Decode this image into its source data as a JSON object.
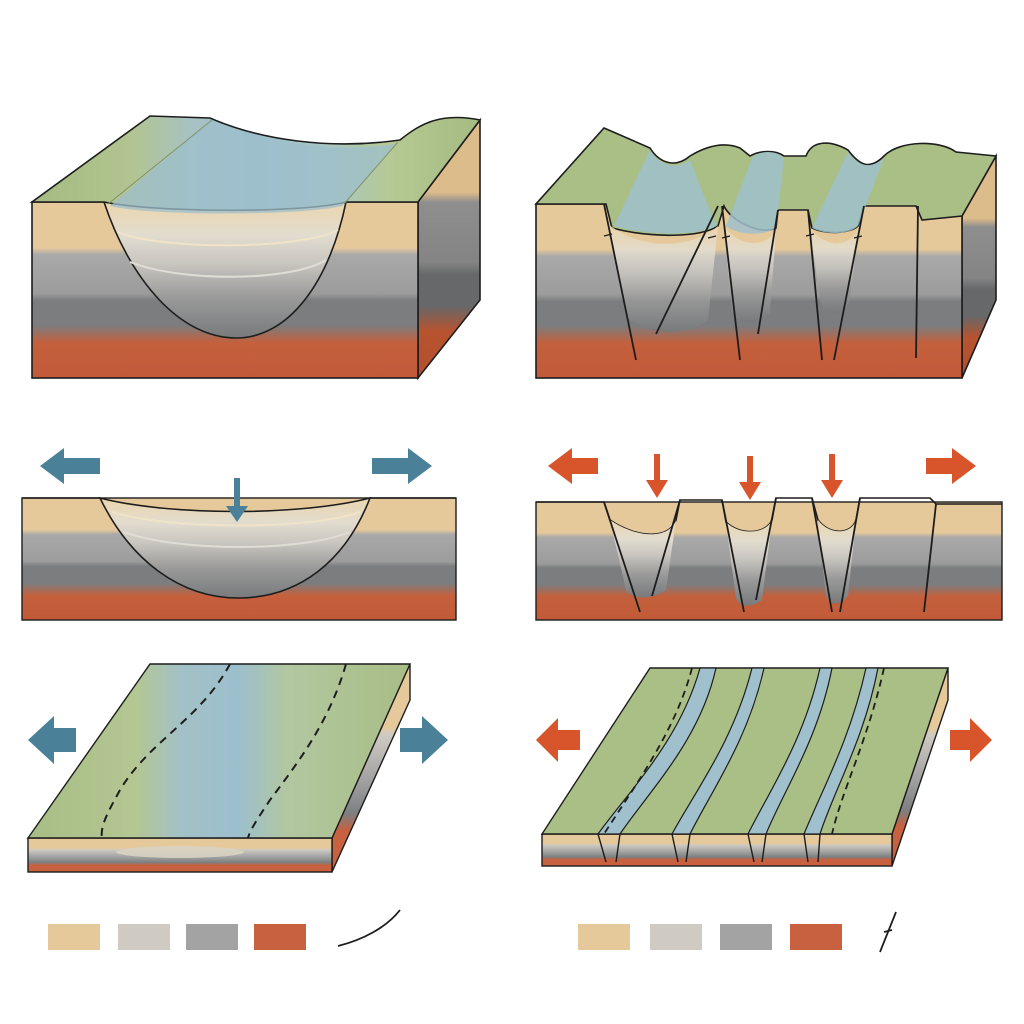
{
  "colors": {
    "background": "#ffffff",
    "surface_green": "#a9bf86",
    "surface_green_dark": "#93ab72",
    "water_blue": "#9fc0cc",
    "layer_sand": "#e6c99a",
    "layer_light_gray": "#cfcbc3",
    "layer_gray": "#a3a3a3",
    "layer_dark_gray": "#7d7f80",
    "layer_red": "#c7613f",
    "arrow_blue": "#4a8198",
    "arrow_red": "#d8552b",
    "line": "#1d1d1d"
  },
  "panels": {
    "left": {
      "name": "broad-basin",
      "arrow_color": "arrow_blue"
    },
    "right": {
      "name": "narrow-rifts",
      "arrow_color": "arrow_red"
    }
  },
  "legend": {
    "left": {
      "swatches": [
        "layer_sand",
        "layer_light_gray",
        "layer_gray",
        "layer_red"
      ],
      "line_symbol": "curved-boundary"
    },
    "right": {
      "swatches": [
        "layer_sand",
        "layer_light_gray",
        "layer_gray",
        "layer_red"
      ],
      "line_symbol": "fault-with-tick"
    }
  }
}
